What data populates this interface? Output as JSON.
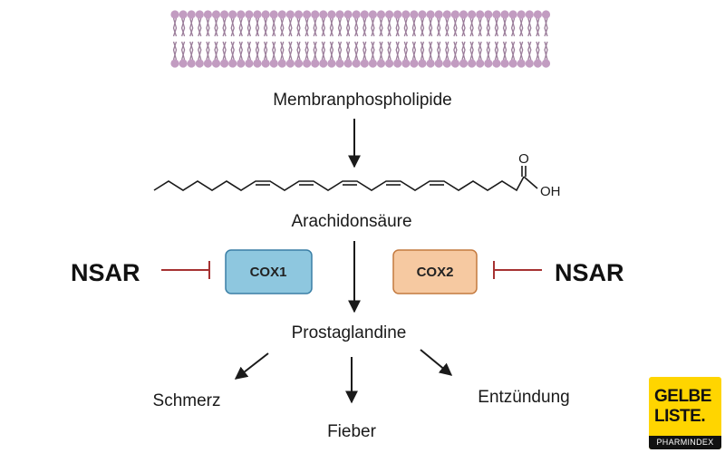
{
  "labels": {
    "membrane": "Membranphospholipide",
    "arachidonic_acid": "Arachidonsäure",
    "oh": "OH",
    "o": "O",
    "prostaglandins": "Prostaglandine",
    "pain": "Schmerz",
    "fever": "Fieber",
    "inflammation": "Entzündung"
  },
  "enzymes": {
    "cox1": "COX1",
    "cox2": "COX2"
  },
  "inhibitors": {
    "left": "NSAR",
    "right": "NSAR"
  },
  "logo": {
    "line1": "GELBE",
    "line2": "LISTE.",
    "line3": "PHARMINDEX"
  },
  "colors": {
    "membrane_head": "#c29cc1",
    "membrane_tail": "#9b7d9a",
    "cox1_fill": "#8ec7df",
    "cox1_stroke": "#3a7fa6",
    "cox2_fill": "#f6c9a1",
    "cox2_stroke": "#c47a3f",
    "inhibition": "#a63232",
    "logo_bg": "#ffd500"
  }
}
